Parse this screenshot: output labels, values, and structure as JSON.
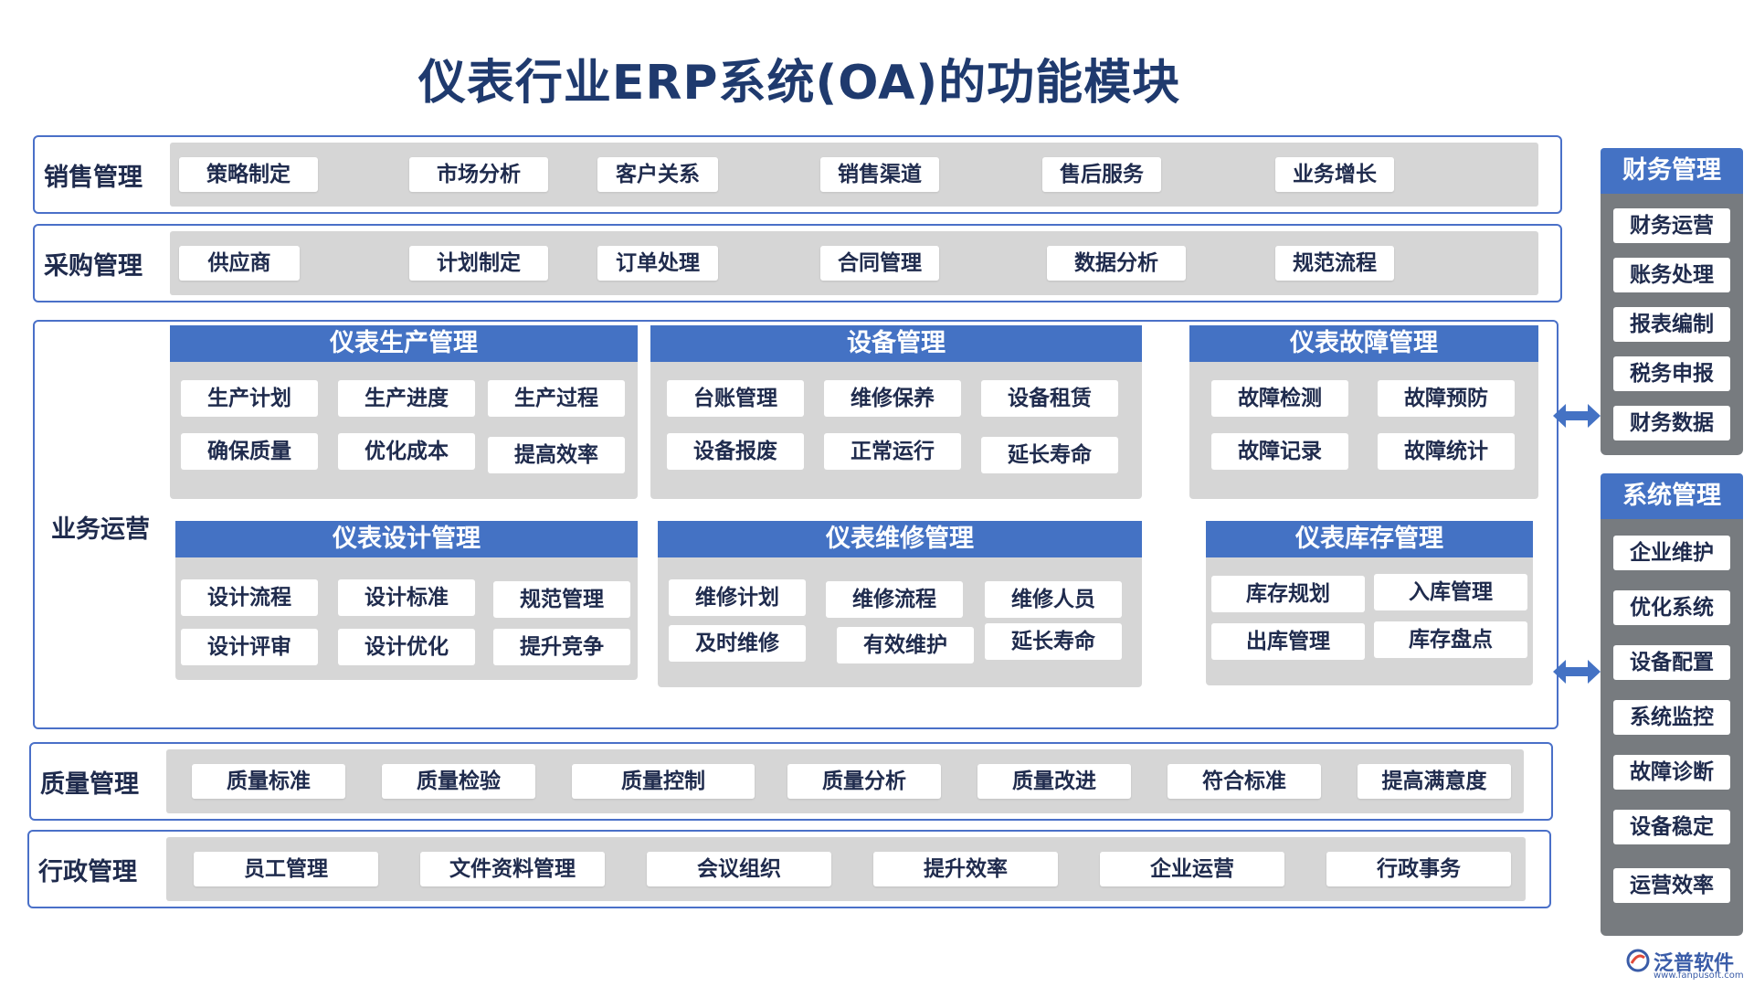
{
  "title": "仪表行业ERP系统(OA)的功能模块",
  "sales": {
    "label": "销售管理",
    "items": [
      "策略制定",
      "市场分析",
      "客户关系",
      "销售渠道",
      "售后服务",
      "业务增长"
    ]
  },
  "purchase": {
    "label": "采购管理",
    "items": [
      "供应商",
      "计划制定",
      "订单处理",
      "合同管理",
      "数据分析",
      "规范流程"
    ]
  },
  "operations": {
    "label": "业务运营",
    "modules": [
      {
        "title": "仪表生产管理",
        "items": [
          "生产计划",
          "生产进度",
          "生产过程",
          "确保质量",
          "优化成本",
          "提高效率"
        ]
      },
      {
        "title": "设备管理",
        "items": [
          "台账管理",
          "维修保养",
          "设备租赁",
          "设备报废",
          "正常运行",
          "延长寿命"
        ]
      },
      {
        "title": "仪表故障管理",
        "items": [
          "故障检测",
          "故障预防",
          "故障记录",
          "故障统计"
        ]
      },
      {
        "title": "仪表设计管理",
        "items": [
          "设计流程",
          "设计标准",
          "规范管理",
          "设计评审",
          "设计优化",
          "提升竞争"
        ]
      },
      {
        "title": "仪表维修管理",
        "items": [
          "维修计划",
          "维修流程",
          "维修人员",
          "及时维修",
          "有效维护",
          "延长寿命"
        ]
      },
      {
        "title": "仪表库存管理",
        "items": [
          "库存规划",
          "入库管理",
          "出库管理",
          "库存盘点"
        ]
      }
    ]
  },
  "quality": {
    "label": "质量管理",
    "items": [
      "质量标准",
      "质量检验",
      "质量控制",
      "质量分析",
      "质量改进",
      "符合标准",
      "提高满意度"
    ]
  },
  "admin": {
    "label": "行政管理",
    "items": [
      "员工管理",
      "文件资料管理",
      "会议组织",
      "提升效率",
      "企业运营",
      "行政事务"
    ]
  },
  "finance": {
    "label": "财务管理",
    "items": [
      "财务运营",
      "账务处理",
      "报表编制",
      "税务申报",
      "财务数据"
    ]
  },
  "system": {
    "label": "系统管理",
    "items": [
      "企业维护",
      "优化系统",
      "设备配置",
      "系统监控",
      "故障诊断",
      "设备稳定",
      "运营效率"
    ]
  },
  "watermark": {
    "name": "泛普软件",
    "url": "www.fanpusoft.com"
  },
  "colors": {
    "accent": "#4472c4",
    "border": "#4a70c8",
    "panel": "#d6d6d6",
    "side": "#777b7f"
  },
  "icons": [
    "double-arrow-icon",
    "logo-icon"
  ]
}
